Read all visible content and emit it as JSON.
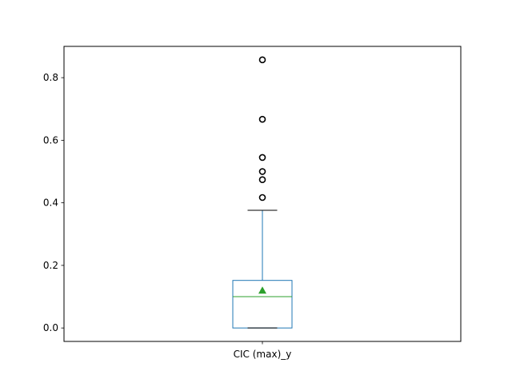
{
  "chart_data": {
    "type": "box",
    "categories": [
      "CIC (max)_y"
    ],
    "series": [
      {
        "whisker_low": 0.0,
        "q1": 0.0,
        "median": 0.1,
        "mean": 0.12,
        "q3": 0.152,
        "whisker_high": 0.376,
        "outliers": [
          0.417,
          0.474,
          0.5,
          0.545,
          0.667,
          0.857
        ]
      }
    ],
    "yticks": [
      "0.0",
      "0.2",
      "0.4",
      "0.6",
      "0.8"
    ],
    "ylim": [
      -0.043,
      0.9
    ],
    "grid": false,
    "colors": {
      "box": "#1f77b4",
      "median": "#2ca02c",
      "mean_marker": "#2ca02c",
      "caps": "#000000",
      "outliers": "#000000"
    }
  }
}
